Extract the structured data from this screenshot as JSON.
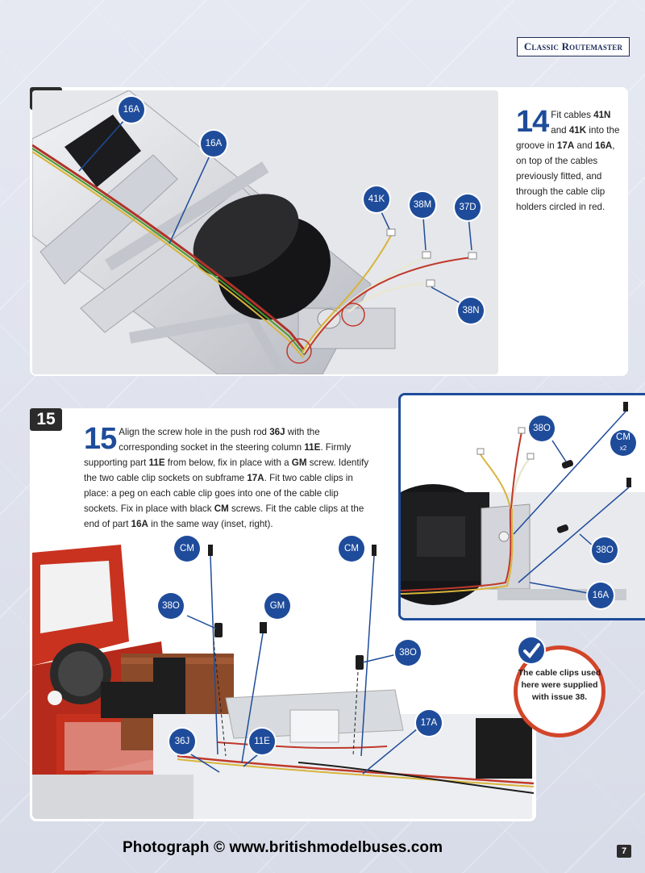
{
  "header": {
    "series": "Classic Routemaster"
  },
  "step14": {
    "number": "14",
    "text_number": "14",
    "text_parts": [
      "Fit cables ",
      "41N",
      " and ",
      "41K",
      " into the groove in ",
      "17A",
      " and ",
      "16A",
      ", on top of the cables previously fitted, and through the cable clip holders circled in red."
    ],
    "callouts": [
      "16A",
      "16A",
      "41K",
      "38M",
      "37D",
      "38N"
    ]
  },
  "step15": {
    "number": "15",
    "text_number": "15",
    "text_parts": [
      "Align the screw hole in the push rod ",
      "36J",
      " with the corresponding socket in the steering column ",
      "11E",
      ". Firmly supporting part ",
      "11E",
      " from below, fix in place with a ",
      "GM",
      " screw. Identify the two cable clip sockets on subframe ",
      "17A",
      ". Fit two cable clips in place: a peg on each cable clip goes into one of the cable clip sockets. Fix in place with black ",
      "CM",
      " screws. Fit the cable clips at the end of part ",
      "16A",
      " in the same way (inset, right)."
    ],
    "callouts": [
      "CM",
      "38O",
      "GM",
      "CM",
      "38O",
      "36J",
      "11E",
      "17A"
    ]
  },
  "inset": {
    "callouts": [
      "38O",
      "CM",
      "x2",
      "38O",
      "16A"
    ]
  },
  "note": {
    "text": "The cable clips used here were supplied with issue 38."
  },
  "footer": {
    "credit": "Photograph © www.britishmodelbuses.com",
    "page": "7"
  },
  "colors": {
    "callout_blue": "#1f4c9a",
    "note_red": "#d2452a",
    "panel_dark": "#2b2b2b"
  }
}
